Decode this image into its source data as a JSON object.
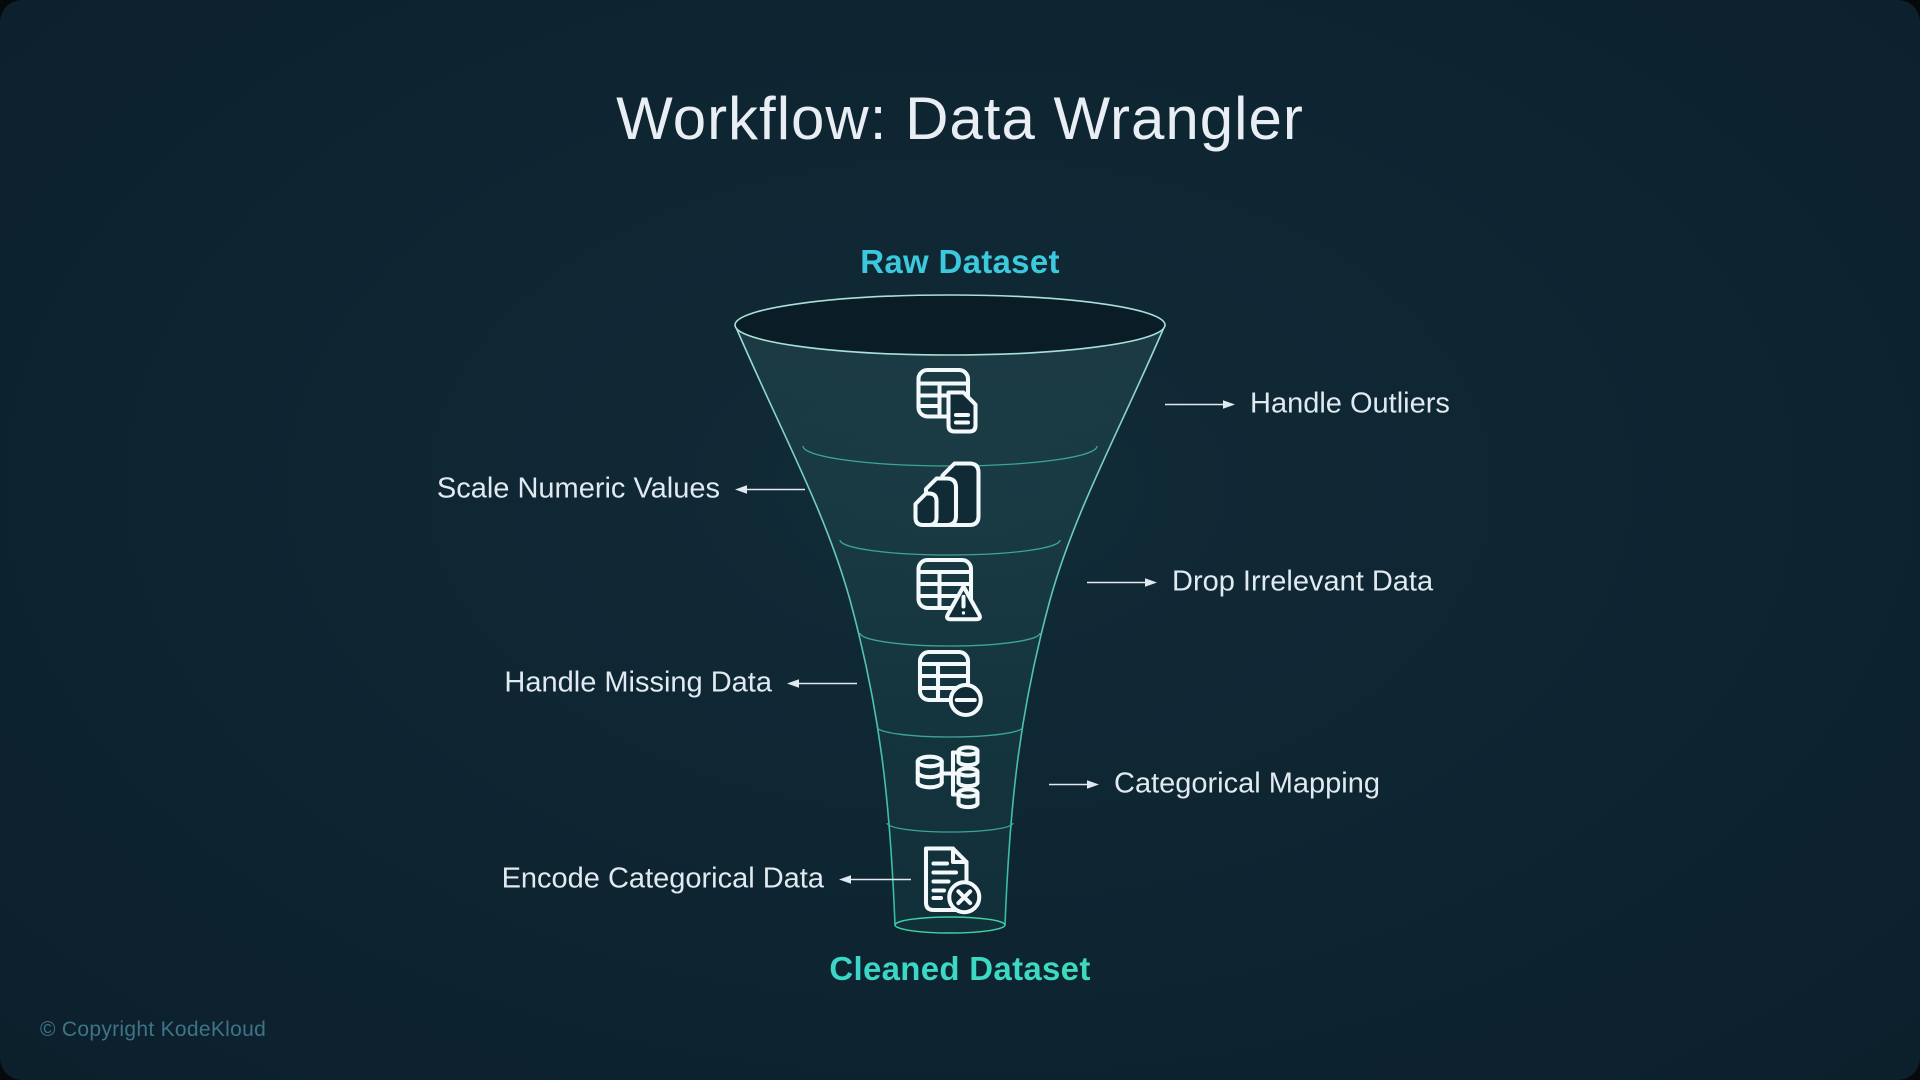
{
  "slide": {
    "title": "Workflow: Data Wrangler",
    "copyright": "© Copyright KodeKloud",
    "funnel": {
      "input_label": "Raw Dataset",
      "output_label": "Cleaned Dataset",
      "steps": [
        {
          "label": "Handle Outliers",
          "side": "right",
          "icon": "table-file-icon"
        },
        {
          "label": "Scale Numeric Values",
          "side": "left",
          "icon": "nested-files-icon"
        },
        {
          "label": "Drop Irrelevant Data",
          "side": "right",
          "icon": "table-warning-icon"
        },
        {
          "label": "Handle Missing Data",
          "side": "left",
          "icon": "table-minus-icon"
        },
        {
          "label": "Categorical Mapping",
          "side": "right",
          "icon": "database-mapping-icon"
        },
        {
          "label": "Encode Categorical Data",
          "side": "left",
          "icon": "document-remove-icon"
        }
      ]
    },
    "colors": {
      "background": "#0e2431",
      "title_text": "#e8eef3",
      "step_label_text": "#e1eaf0",
      "input_label": "#3bc9de",
      "output_label_gradient_start": "#38c8dc",
      "output_label_gradient_end": "#3fe9ac",
      "funnel_stroke_top": "#9ddbd4",
      "funnel_stroke_bottom": "#35bd9c",
      "icon_stroke": "#f3f8fa",
      "copyright_text": "#3d7487"
    }
  }
}
